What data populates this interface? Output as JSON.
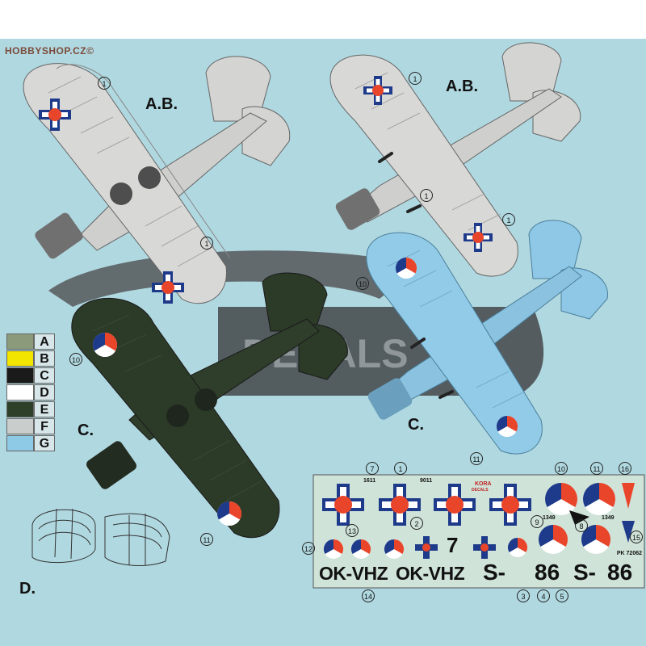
{
  "watermark": "HOBBYSHOP.CZ©",
  "views": {
    "ab_left": "A.B.",
    "ab_right": "A.B.",
    "c_left": "C.",
    "c_right": "C.",
    "d": "D."
  },
  "background_logo_text": "DECALS",
  "legend": [
    {
      "letter": "A",
      "color": "#8a9a7a"
    },
    {
      "letter": "B",
      "color": "#f2e500"
    },
    {
      "letter": "C",
      "color": "#1a1a1a"
    },
    {
      "letter": "D",
      "color": "#ffffff"
    },
    {
      "letter": "E",
      "color": "#2e3f2a"
    },
    {
      "letter": "F",
      "color": "#c9cdcc"
    },
    {
      "letter": "G",
      "color": "#8ec9e6"
    }
  ],
  "callouts": [
    "1",
    "1",
    "1",
    "1",
    "1",
    "10",
    "10",
    "11",
    "11",
    "7",
    "1",
    "2",
    "10",
    "11",
    "16",
    "9",
    "8",
    "12",
    "13",
    "15",
    "14",
    "3",
    "4",
    "5"
  ],
  "decal_sheet": {
    "registration_1": "OK-VHZ",
    "registration_2": "OK-VHZ",
    "code_1": "S-",
    "code_2": "86",
    "code_3": "S-",
    "code_4": "86",
    "number_big": "7",
    "small_1611": "1611",
    "small_9011": "9011",
    "small_1349a": "1349",
    "small_1349b": "1349",
    "brand": "KORA",
    "brand_sub": "DECALS",
    "product_code": "PK 72062"
  },
  "colors": {
    "background": "#b0d8e0",
    "grey_aircraft": "#d4d4d2",
    "green_aircraft": "#2c3a28",
    "blue_aircraft": "#8fc8e6",
    "roundel_blue": "#1e3a8a",
    "roundel_red": "#e8452a",
    "decal_sheet_bg": "#cfe3d8"
  }
}
